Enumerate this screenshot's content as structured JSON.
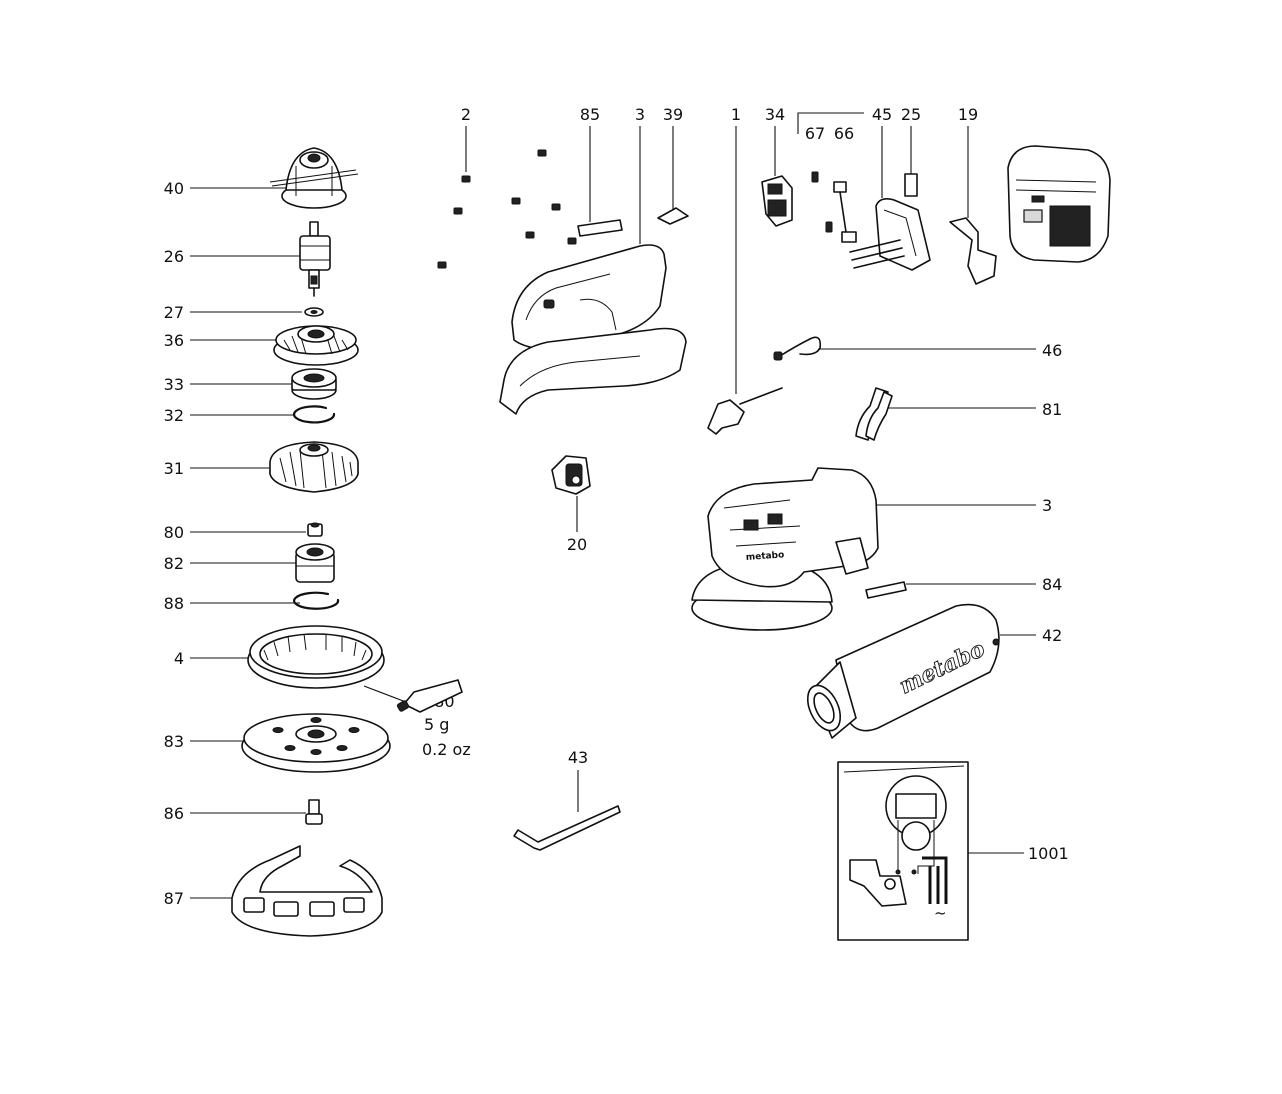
{
  "labels": {
    "p2": "2",
    "p85": "85",
    "p3top": "3",
    "p39": "39",
    "p1": "1",
    "p34": "34",
    "p67": "67",
    "p66": "66",
    "p45": "45",
    "p25": "25",
    "p19": "19",
    "p40": "40",
    "p26": "26",
    "p27": "27",
    "p36": "36",
    "p33": "33",
    "p32": "32",
    "p31": "31",
    "p80": "80",
    "p82": "82",
    "p88": "88",
    "p4": "4",
    "p83": "83",
    "p86": "86",
    "p87": "87",
    "p46": "46",
    "p81": "81",
    "p3right": "3",
    "p84": "84",
    "p42": "42",
    "p1001": "1001",
    "p20": "20",
    "p43": "43"
  },
  "grease": {
    "code": "880",
    "weight_g": "5 g",
    "weight_oz": "0.2 oz"
  },
  "branding": {
    "dust_box": "metabo",
    "sander_body": "metabo"
  },
  "symbols": {
    "ac": "~"
  }
}
